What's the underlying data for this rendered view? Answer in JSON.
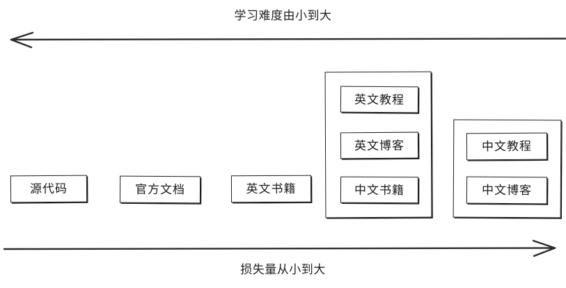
{
  "diagram": {
    "top_axis": {
      "label": "学习难度由小到大",
      "direction": "left",
      "arrow_name": "difficulty-axis-arrow"
    },
    "bottom_axis": {
      "label": "损失量从小到大",
      "direction": "right",
      "arrow_name": "information-loss-axis-arrow"
    },
    "nodes": [
      {
        "label": "源代码"
      },
      {
        "label": "官方文档"
      },
      {
        "label": "英文书籍"
      }
    ],
    "groups": [
      {
        "name": "english-materials-group",
        "items": [
          {
            "label": "英文教程"
          },
          {
            "label": "英文博客"
          },
          {
            "label": "中文书籍"
          }
        ]
      },
      {
        "name": "chinese-materials-group",
        "items": [
          {
            "label": "中文教程"
          },
          {
            "label": "中文博客"
          }
        ]
      }
    ]
  },
  "colors": {
    "stroke": "#1c1c1c",
    "text": "#1a1a1a",
    "background": "#ffffff"
  }
}
